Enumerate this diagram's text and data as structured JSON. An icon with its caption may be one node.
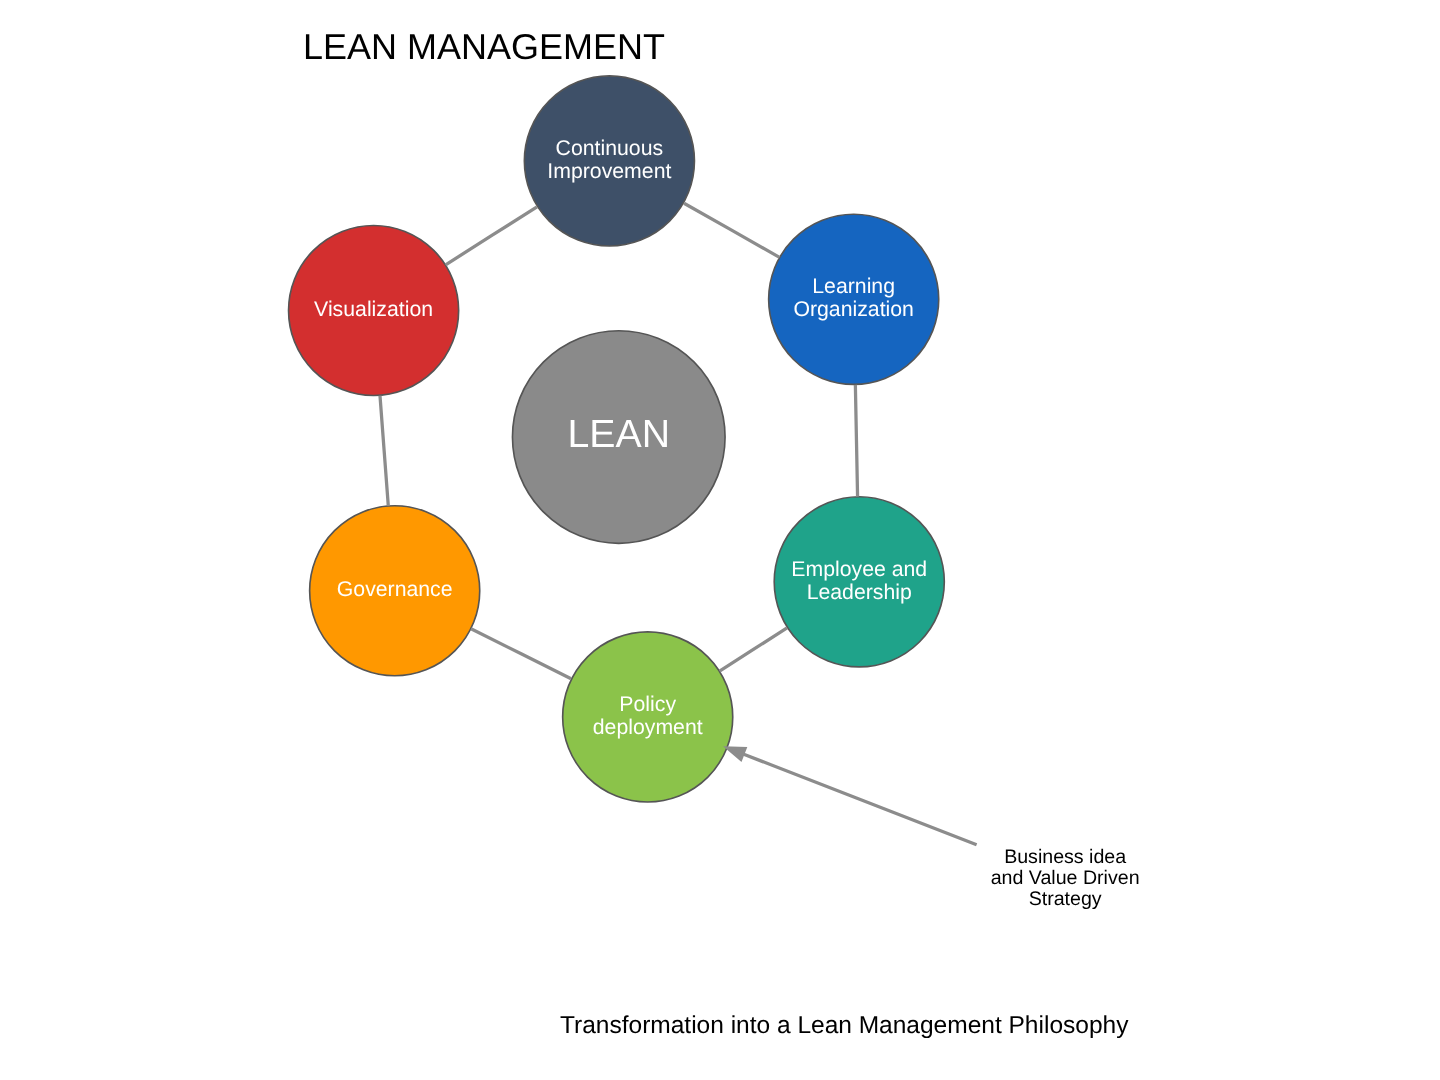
{
  "diagram": {
    "title": "LEAN MANAGEMENT",
    "nodes": [
      {
        "text": [
          "Employee and Leadership"
        ]
      },
      {
        "text": [
          "Learning Organization"
        ]
      },
      {
        "text": [
          "Policy deployment"
        ]
      },
      {
        "text": [
          "LEAN"
        ]
      },
      {
        "text": [
          "Continuous Improvement"
        ]
      },
      {
        "text": [
          "Governance"
        ]
      },
      {
        "text": [
          "Visualization"
        ]
      },
      {
        "text": [
          "Business idea and Value Driven Strategy"
        ]
      }
    ],
    "edges": [
      {
        "from": 0,
        "to": 2,
        "arrow": "none"
      },
      {
        "from": 2,
        "to": 5,
        "arrow": "none"
      },
      {
        "from": 5,
        "to": 6,
        "arrow": "none"
      },
      {
        "from": 6,
        "to": 4,
        "arrow": "none"
      },
      {
        "from": 4,
        "to": 1,
        "arrow": "none"
      },
      {
        "from": 1,
        "to": 0,
        "arrow": "none"
      },
      {
        "from": 7,
        "to": 2,
        "arrow": "to"
      }
    ],
    "labels": [
      "Transformation into a Lean Management Philosophy"
    ]
  }
}
